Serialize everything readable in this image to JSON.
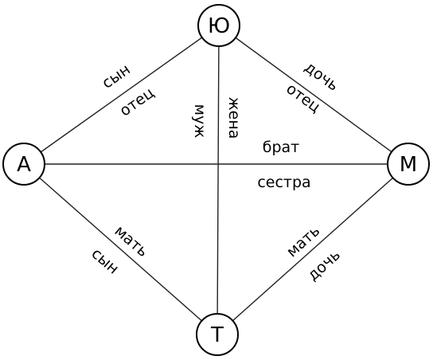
{
  "nodes": {
    "yu": "Ю",
    "a": "А",
    "m": "М",
    "t": "Т"
  },
  "relations": {
    "a_yu_outer": "сын",
    "a_yu_inner": "отец",
    "yu_m_outer": "дочь",
    "yu_m_inner": "отец",
    "yu_t_left": "муж",
    "yu_t_right": "жена",
    "a_m_top": "брат",
    "a_m_bottom": "сестра",
    "a_t_inner": "мать",
    "a_t_outer": "сын",
    "m_t_inner": "мать",
    "m_t_outer": "дочь"
  }
}
